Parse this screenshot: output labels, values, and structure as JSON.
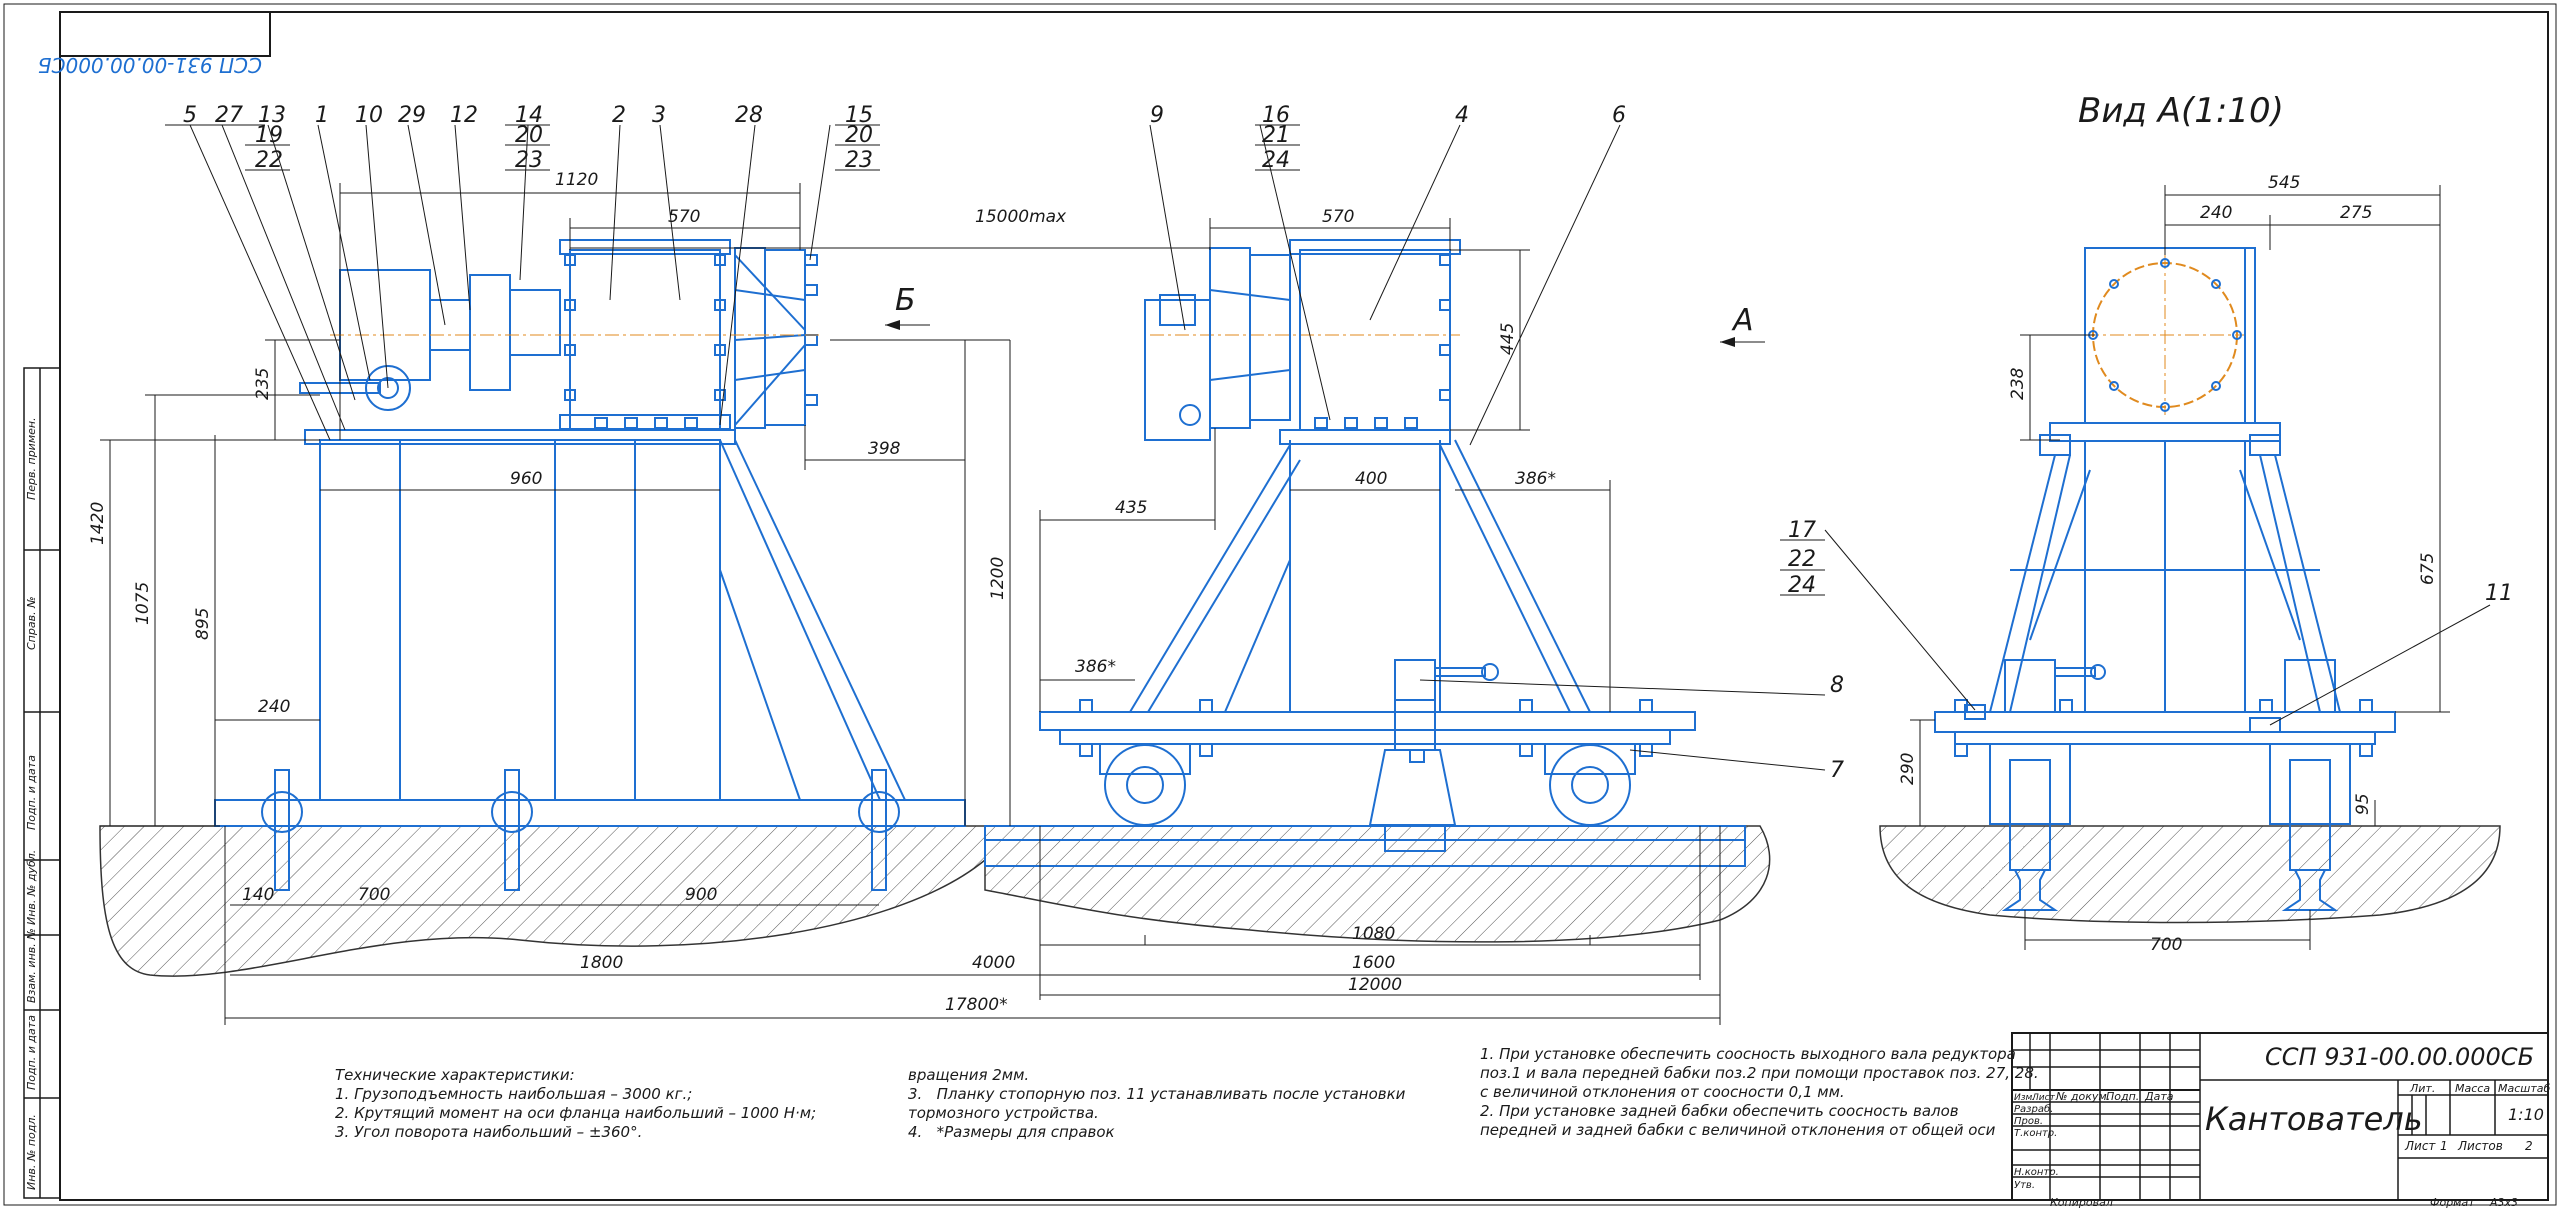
{
  "doc_code": "ССП 931-00.00.000СБ",
  "doc_code_mirrored": "ССП 931-00.00.000СБ",
  "view_label": "Вид А(1:10)",
  "arrow_b": "Б",
  "arrow_a": "А",
  "side_fields": [
    "Перв. примен.",
    "Справ. №",
    "Подп. и дата",
    "Инв. № дубл.",
    "Взам. инв. №",
    "Подп. и дата",
    "Инв. № подл."
  ],
  "callouts": {
    "c5": "5",
    "c27": "27",
    "c13": "13",
    "c19": "19",
    "c22a": "22",
    "c1": "1",
    "c10": "10",
    "c29": "29",
    "c12": "12",
    "c14": "14",
    "c20a": "20",
    "c23a": "23",
    "c2": "2",
    "c3": "3",
    "c28": "28",
    "c15": "15",
    "c20b": "20",
    "c23b": "23",
    "c9": "9",
    "c16": "16",
    "c21": "21",
    "c24a": "24",
    "c4": "4",
    "c6": "6",
    "c17": "17",
    "c22b": "22",
    "c24b": "24",
    "c8": "8",
    "c7": "7",
    "c11": "11"
  },
  "dims": {
    "d1120": "1120",
    "d570a": "570",
    "d15000": "15000max",
    "d570b": "570",
    "d545": "545",
    "d240t": "240",
    "d275": "275",
    "d235": "235",
    "d445": "445",
    "d238": "238",
    "d1420": "1420",
    "d1075": "1075",
    "d895": "895",
    "d960": "960",
    "d398": "398",
    "d1200": "1200",
    "d435": "435",
    "d400": "400",
    "d386a": "386*",
    "d386b": "386*",
    "d675": "675",
    "d240l": "240",
    "d290": "290",
    "d95": "95",
    "d140": "140",
    "d700a": "700",
    "d900": "900",
    "d1080": "1080",
    "d1800": "1800",
    "d4000": "4000",
    "d1600": "1600",
    "d12000": "12000",
    "d17800": "17800*",
    "d700b": "700"
  },
  "notes_left": "Технические характеристики:\n1. Грузоподъемность наибольшая – 3000 кг.;\n2. Крутящий момент на оси фланца наибольший – 1000 Н·м;\n3. Угол поворота наибольший – ±360°.",
  "notes_mid": "вращения 2мм.\n3.   Планку стопорную поз. 11 устанавливать после установки\nтормозного устройства.\n4.   *Размеры для справок",
  "notes_right": "1. При установке обеспечить соосность выходного вала редуктора\nпоз.1 и вала передней бабки поз.2 при помощи проставок поз. 27, 28.\nс величиной отклонения от соосности 0,1 мм.\n2. При установке задней бабки обеспечить соосность валов\nпередней и задней бабки с величиной отклонения от общей оси",
  "title_block": {
    "code": "ССП 931-00.00.000СБ",
    "name": "Кантователь",
    "col_lit": "Лит.",
    "col_mass": "Масса",
    "col_scale": "Масштаб",
    "scale": "1:10",
    "sheet_label": "Лист",
    "sheet_num": "1",
    "sheets_label": "Листов",
    "sheets_num": "2",
    "row_izm": "Изм.",
    "row_list": "Лист",
    "row_doc": "№ докум.",
    "row_sign": "Подп.",
    "row_date": "Дата",
    "razrab": "Разраб.",
    "prov": "Пров.",
    "tkontr": "Т.контр.",
    "nkontr": "Н.контр.",
    "utv": "Утв.",
    "kopiroval": "Копировал",
    "format_label": "Формат",
    "format": "А3х3"
  },
  "colors": {
    "line": "#1e6fd1",
    "frame": "#1a1a1a",
    "hatch": "#444444",
    "axis": "#e08a1e"
  }
}
